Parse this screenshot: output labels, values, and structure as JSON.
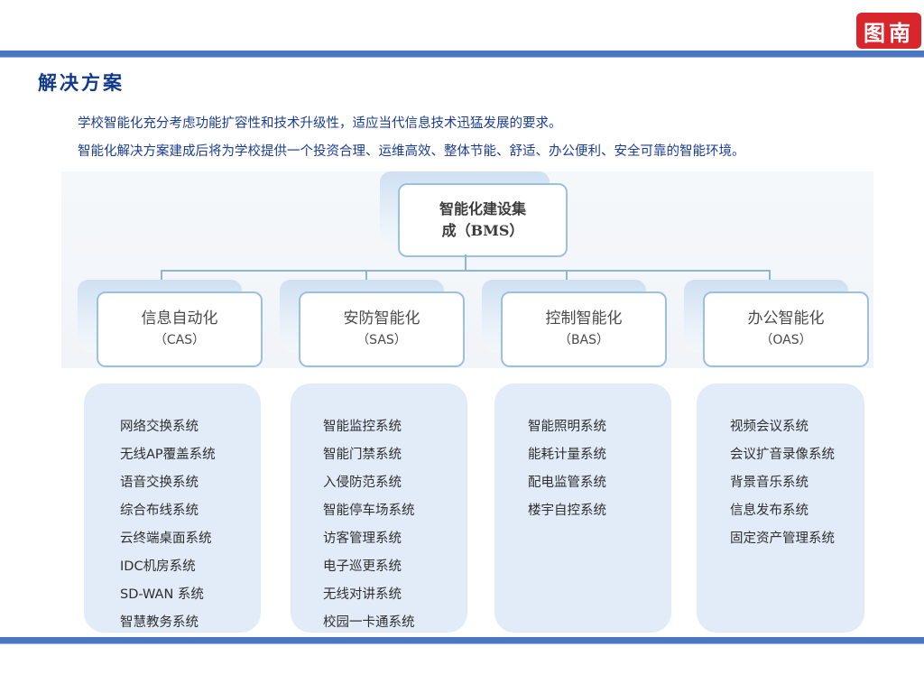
{
  "logo": {
    "text": "图南"
  },
  "page": {
    "title": "解决方案",
    "intro": [
      "学校智能化充分考虑功能扩容性和技术升级性，适应当代信息技术迅猛发展的要求。",
      "智能化解决方案建成后将为学校提供一个投资合理、运维高效、整体节能、舒适、办公便利、安全可靠的智能环境。"
    ]
  },
  "diagram": {
    "root": {
      "line1": "智能化建设集",
      "line2": "成（BMS）"
    },
    "categories": [
      {
        "name": "信息自动化",
        "code": "（CAS）",
        "systems": [
          "网络交换系统",
          "无线AP覆盖系统",
          "语音交换系统",
          "综合布线系统",
          "云终端桌面系统",
          "IDC机房系统",
          "SD-WAN 系统",
          "智慧教务系统"
        ]
      },
      {
        "name": "安防智能化",
        "code": "（SAS）",
        "systems": [
          "智能监控系统",
          "智能门禁系统",
          "入侵防范系统",
          "智能停车场系统",
          "访客管理系统",
          "电子巡更系统",
          "无线对讲系统",
          "校园一卡通系统"
        ]
      },
      {
        "name": "控制智能化",
        "code": "（BAS）",
        "systems": [
          "智能照明系统",
          "能耗计量系统",
          "配电监管系统",
          "楼宇自控系统"
        ]
      },
      {
        "name": "办公智能化",
        "code": "（OAS）",
        "systems": [
          "视频会议系统",
          "会议扩音录像系统",
          "背景音乐系统",
          "信息发布系统",
          "固定资产管理系统"
        ]
      }
    ]
  }
}
